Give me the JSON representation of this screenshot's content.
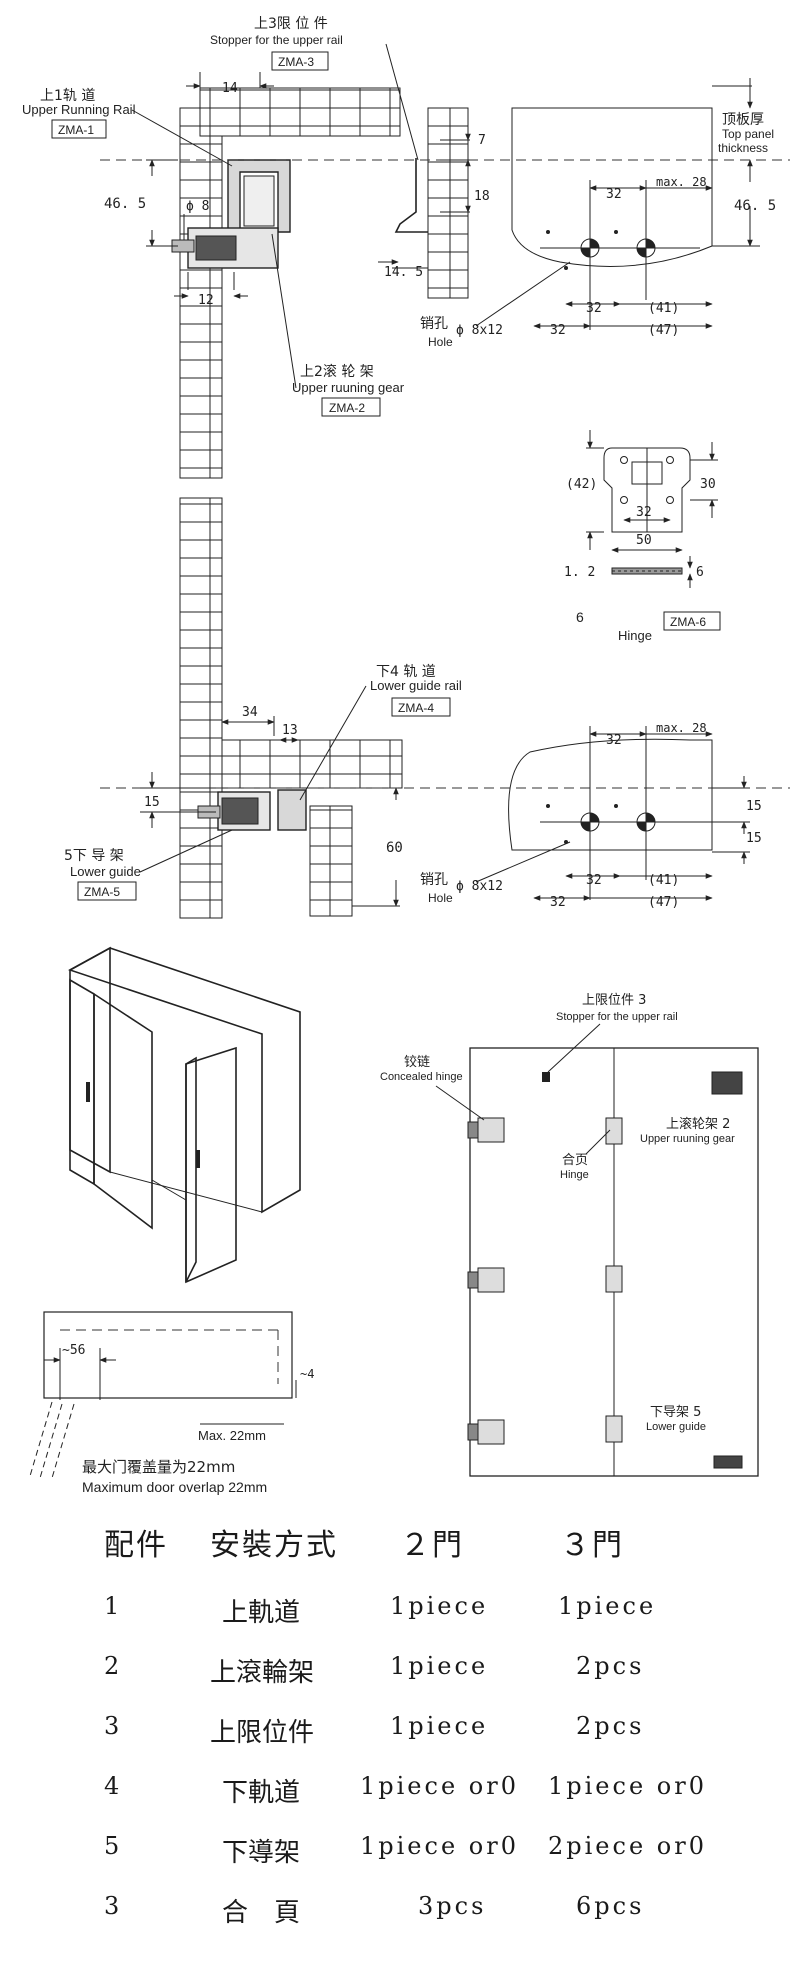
{
  "top_section": {
    "upper_rail_cn": "上1轨 道",
    "upper_rail_en": "Upper Running Rail",
    "upper_rail_code": "ZMA-1",
    "stopper_cn": "上3限 位 件",
    "stopper_en": "Stopper for the upper rail",
    "stopper_code": "ZMA-3",
    "gear_cn": "上2滚 轮 架",
    "gear_en": "Upper ruuning gear",
    "gear_code": "ZMA-2",
    "top_panel_cn": "顶板厚",
    "top_panel_en_1": "Top panel",
    "top_panel_en_2": "thickness",
    "dim_14": "14",
    "dim_7": "7",
    "dim_18": "18",
    "dim_46_5": "46. 5",
    "dim_phi8": "ϕ 8",
    "dim_12": "12",
    "dim_14_5": "14. 5",
    "dim_32": "32",
    "dim_max28": "max. 28",
    "dim_41": "(41)",
    "dim_47": "(47)",
    "hole_cn": "销孔",
    "hole_spec": "ϕ 8x12",
    "hole_en": "Hole"
  },
  "hinge_detail": {
    "dim_42": "(42)",
    "dim_30": "30",
    "dim_32": "32",
    "dim_50": "50",
    "dim_1_2": "1. 2",
    "dim_6": "6",
    "label_num": "6",
    "label_en": "Hinge",
    "code": "ZMA-6"
  },
  "bottom_section": {
    "lower_rail_cn": "下4 轨 道",
    "lower_rail_en": "Lower guide rail",
    "lower_rail_code": "ZMA-4",
    "lower_guide_cn": "5下 导 架",
    "lower_guide_en": "Lower guide",
    "lower_guide_code": "ZMA-5",
    "dim_34": "34",
    "dim_13": "13",
    "dim_15": "15",
    "dim_60": "60",
    "dim_32": "32",
    "dim_max28": "max. 28",
    "dim_15b": "15",
    "dim_15c": "15",
    "dim_41": "(41)",
    "dim_47": "(47)",
    "hole_cn": "销孔",
    "hole_spec": "ϕ 8x12",
    "hole_en": "Hole"
  },
  "overlap": {
    "dim_56": "~56",
    "dim_4": "~4",
    "dim_max22": "Max. 22mm",
    "caption_cn": "最大门覆盖量为22mm",
    "caption_en": "Maximum door overlap  22mm"
  },
  "elevation": {
    "stopper_cn": "上限位件 3",
    "stopper_en": "Stopper for the upper rail",
    "concealed_cn": "铰链",
    "concealed_en": "Concealed hinge",
    "gear_cn": "上滚轮架 2",
    "gear_en": "Upper ruuning gear",
    "hinge_cn": "合页",
    "hinge_en": "Hinge",
    "guide_cn": "下导架 5",
    "guide_en": "Lower guide"
  },
  "parts_table": {
    "headers": [
      "配件",
      "安裝方式",
      "２門",
      "３門"
    ],
    "rows": [
      {
        "no": "1",
        "name": "上軌道",
        "two": "1piece",
        "three": "1piece"
      },
      {
        "no": "2",
        "name": "上滾輪架",
        "two": "1piece",
        "three": "2pcs"
      },
      {
        "no": "3",
        "name": "上限位件",
        "two": "1piece",
        "three": "2pcs"
      },
      {
        "no": "4",
        "name": "下軌道",
        "two": "1piece or0",
        "three": "1piece or0"
      },
      {
        "no": "5",
        "name": "下導架",
        "two": "1piece or0",
        "three": "2piece or0"
      },
      {
        "no": "3",
        "name": "合　頁",
        "two": "3pcs",
        "three": "6pcs"
      }
    ]
  }
}
